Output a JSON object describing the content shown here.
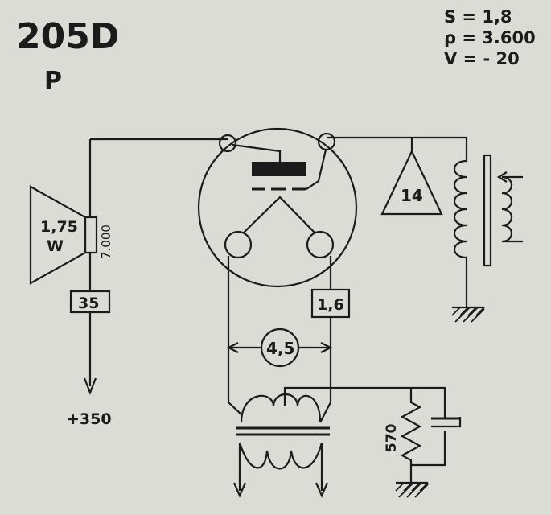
{
  "tube": {
    "type": "205D",
    "class": "P"
  },
  "params": {
    "s": "S = 1,8",
    "rho": "ρ = 3.600",
    "v": "V = - 20"
  },
  "speaker": {
    "power_line1": "1,75",
    "power_line2": "W",
    "impedance": "7.000"
  },
  "labels": {
    "left_box": "35",
    "right_box": "1,6",
    "filament_voltage": "4,5",
    "triangle": "14",
    "resistor": "570",
    "supply": "+350"
  }
}
